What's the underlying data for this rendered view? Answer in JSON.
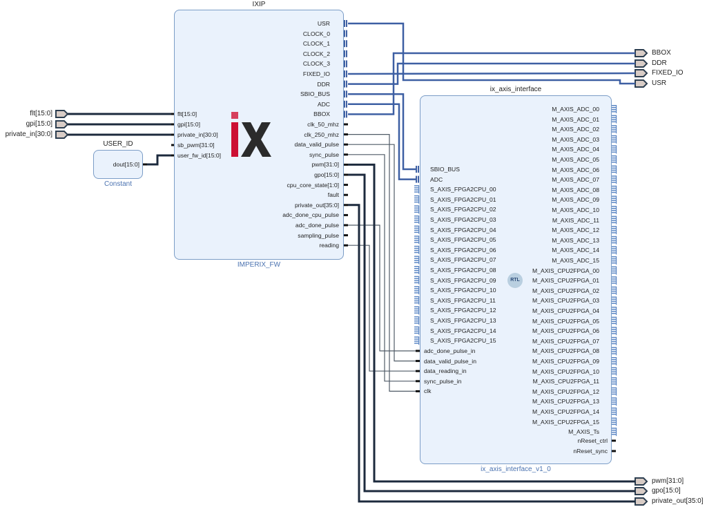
{
  "ixip": {
    "title": "IXIP",
    "subtitle": "IMPERIX_FW",
    "inputs": [
      "flt[15:0]",
      "gpi[15:0]",
      "private_in[30:0]",
      "sb_pwm[31:0]",
      "user_fw_id[15:0]"
    ],
    "bus_outputs": [
      "USR",
      "CLOCK_0",
      "CLOCK_1",
      "CLOCK_2",
      "CLOCK_3",
      "FIXED_IO",
      "DDR",
      "SBIO_BUS",
      "ADC",
      "BBOX"
    ],
    "outputs": [
      "clk_50_mhz",
      "clk_250_mhz",
      "data_valid_pulse",
      "sync_pulse",
      "pwm[31:0]",
      "gpo[15:0]",
      "cpu_core_state[1:0]",
      "fault",
      "private_out[35:0]",
      "adc_done_cpu_pulse",
      "adc_done_pulse",
      "sampling_pulse",
      "reading"
    ],
    "logo_text": "ix"
  },
  "user_id": {
    "title": "USER_ID",
    "subtitle": "Constant",
    "output": "dout[15:0]"
  },
  "axis": {
    "title": "ix_axis_interface",
    "subtitle": "ix_axis_interface_v1_0",
    "badge": "RTL",
    "bus_inputs": [
      "SBIO_BUS",
      "ADC",
      "S_AXIS_FPGA2CPU_00",
      "S_AXIS_FPGA2CPU_01",
      "S_AXIS_FPGA2CPU_02",
      "S_AXIS_FPGA2CPU_03",
      "S_AXIS_FPGA2CPU_04",
      "S_AXIS_FPGA2CPU_05",
      "S_AXIS_FPGA2CPU_06",
      "S_AXIS_FPGA2CPU_07",
      "S_AXIS_FPGA2CPU_08",
      "S_AXIS_FPGA2CPU_09",
      "S_AXIS_FPGA2CPU_10",
      "S_AXIS_FPGA2CPU_11",
      "S_AXIS_FPGA2CPU_12",
      "S_AXIS_FPGA2CPU_13",
      "S_AXIS_FPGA2CPU_14",
      "S_AXIS_FPGA2CPU_15"
    ],
    "inputs": [
      "adc_done_pulse_in",
      "data_valid_pulse_in",
      "data_reading_in",
      "sync_pulse_in",
      "clk"
    ],
    "bus_outputs": [
      "M_AXIS_ADC_00",
      "M_AXIS_ADC_01",
      "M_AXIS_ADC_02",
      "M_AXIS_ADC_03",
      "M_AXIS_ADC_04",
      "M_AXIS_ADC_05",
      "M_AXIS_ADC_06",
      "M_AXIS_ADC_07",
      "M_AXIS_ADC_08",
      "M_AXIS_ADC_09",
      "M_AXIS_ADC_10",
      "M_AXIS_ADC_11",
      "M_AXIS_ADC_12",
      "M_AXIS_ADC_13",
      "M_AXIS_ADC_14",
      "M_AXIS_ADC_15",
      "M_AXIS_CPU2FPGA_00",
      "M_AXIS_CPU2FPGA_01",
      "M_AXIS_CPU2FPGA_02",
      "M_AXIS_CPU2FPGA_03",
      "M_AXIS_CPU2FPGA_04",
      "M_AXIS_CPU2FPGA_05",
      "M_AXIS_CPU2FPGA_06",
      "M_AXIS_CPU2FPGA_07",
      "M_AXIS_CPU2FPGA_08",
      "M_AXIS_CPU2FPGA_09",
      "M_AXIS_CPU2FPGA_10",
      "M_AXIS_CPU2FPGA_11",
      "M_AXIS_CPU2FPGA_12",
      "M_AXIS_CPU2FPGA_13",
      "M_AXIS_CPU2FPGA_14",
      "M_AXIS_CPU2FPGA_15",
      "M_AXIS_Ts"
    ],
    "outputs": [
      "nReset_ctrl",
      "nReset_sync"
    ]
  },
  "external_inputs": [
    "flt[15:0]",
    "gpi[15:0]",
    "private_in[30:0]"
  ],
  "external_bus_outputs": [
    "BBOX",
    "DDR",
    "FIXED_IO",
    "USR"
  ],
  "external_outputs": [
    "pwm[31:0]",
    "gpo[15:0]",
    "private_out[35:0]"
  ],
  "colors": {
    "bus_wire": "#3d5fa3",
    "signal_wire": "#1c2a3d",
    "thin_wire": "#4f5a66",
    "block_fill": "#eaf2fc",
    "block_border": "#7a9cc6",
    "port_fill": "#d8ccc6",
    "logo_red": "#cc1033",
    "logo_dark": "#2b2b2b"
  }
}
